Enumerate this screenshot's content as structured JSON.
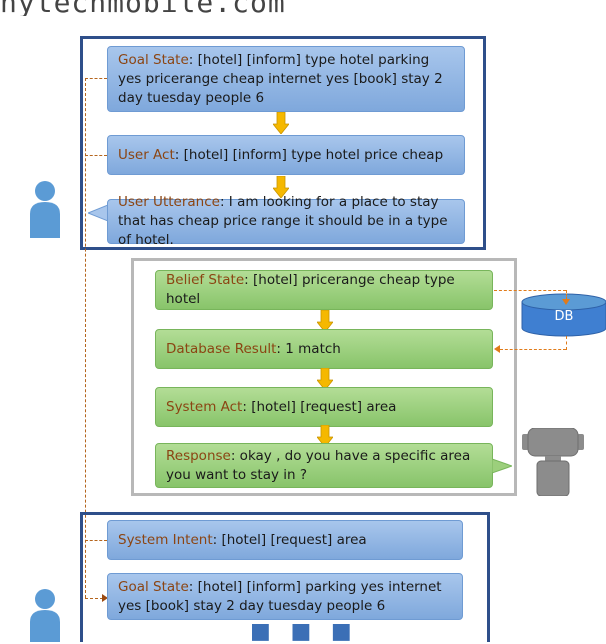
{
  "header": {
    "url_fragment": "nytechmobile.com"
  },
  "user_panel_top": {
    "goal_state": {
      "label": "Goal State",
      "text": ": [hotel] [inform] type hotel parking yes pricerange cheap internet yes [book] stay 2 day tuesday people 6"
    },
    "user_act": {
      "label": "User Act",
      "text": ": [hotel] [inform] type hotel price cheap"
    },
    "user_utterance": {
      "label": "User Utterance",
      "text": ": I am looking for a place to stay that has cheap price range it should be in a type of hotel."
    }
  },
  "system_panel": {
    "belief_state": {
      "label": "Belief State",
      "text": ": [hotel] pricerange cheap type hotel"
    },
    "database_result": {
      "label": "Database Result",
      "text": ": 1 match"
    },
    "system_act": {
      "label": "System Act",
      "text": ": [hotel] [request] area"
    },
    "response": {
      "label": "Response",
      "text": ": okay , do you have a specific area you want to stay in ?"
    }
  },
  "db": {
    "label": "DB"
  },
  "user_panel_bottom": {
    "system_intent": {
      "label": "System Intent",
      "text": ": [hotel] [request] area"
    },
    "goal_state": {
      "label": "Goal State",
      "text": ": [hotel] [inform] parking yes internet yes [book] stay 2 day tuesday people 6"
    },
    "ellipsis": "■ ■ ■"
  },
  "colors": {
    "user_box": "#8fb4e3",
    "system_box": "#9ccf7c",
    "label_text": "#8b4513",
    "user_frame": "#2f4f8a",
    "system_frame": "#b8b8b8",
    "arrow": "#f5b800",
    "dashed_connector": "#b5651d",
    "icon": "#5b9bd5",
    "robot": "#8c8c8c"
  },
  "icons": [
    "user-icon",
    "robot-icon",
    "database-icon",
    "down-arrow-icon"
  ]
}
